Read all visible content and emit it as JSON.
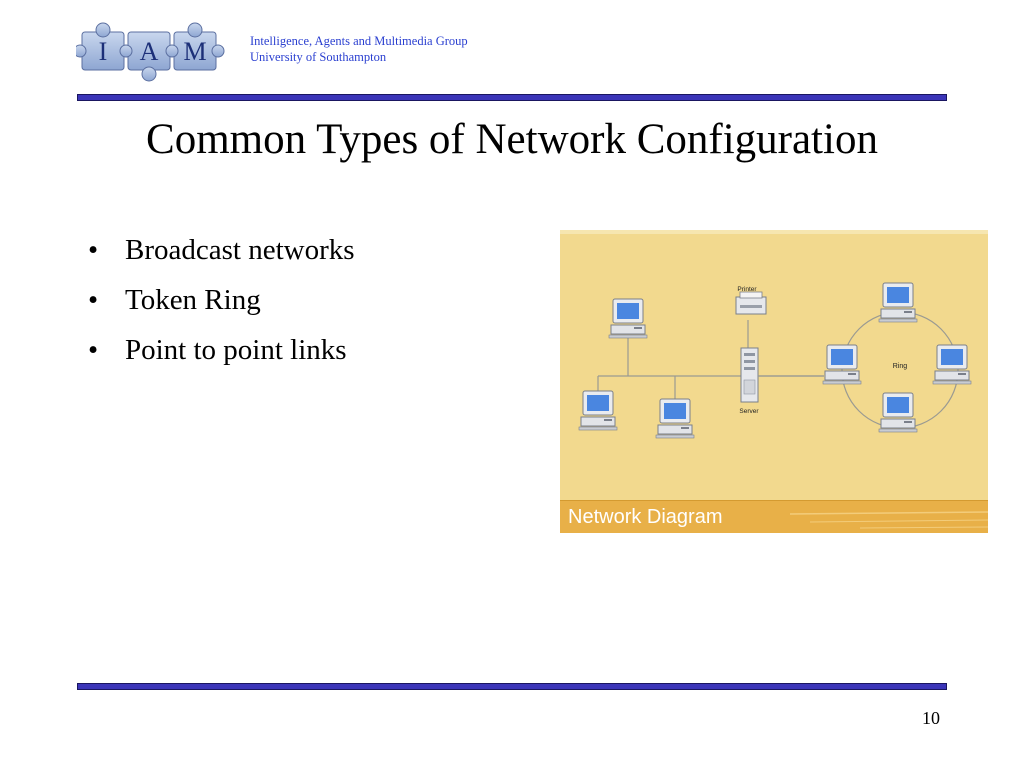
{
  "header": {
    "logo_letters": [
      "I",
      "A",
      "M"
    ],
    "org_line1": "Intelligence, Agents and  Multimedia Group",
    "org_line2": "University of  Southampton"
  },
  "slide": {
    "title": "Common Types of Network Configuration",
    "bullet_glyph": "•",
    "bullets": [
      {
        "text": "Broadcast networks"
      },
      {
        "text": "Token Ring"
      },
      {
        "text": "Point to point links"
      }
    ]
  },
  "diagram": {
    "printer_label": "Printer",
    "server_label": "Server",
    "ring_label": "Ring",
    "caption": "Network Diagram"
  },
  "footer": {
    "page_number": "10"
  },
  "colors": {
    "rule": "#3b35b8",
    "org_text": "#2a3fd0",
    "diagram_bg": "#f2d98e",
    "caption_band": "#e8b048"
  }
}
